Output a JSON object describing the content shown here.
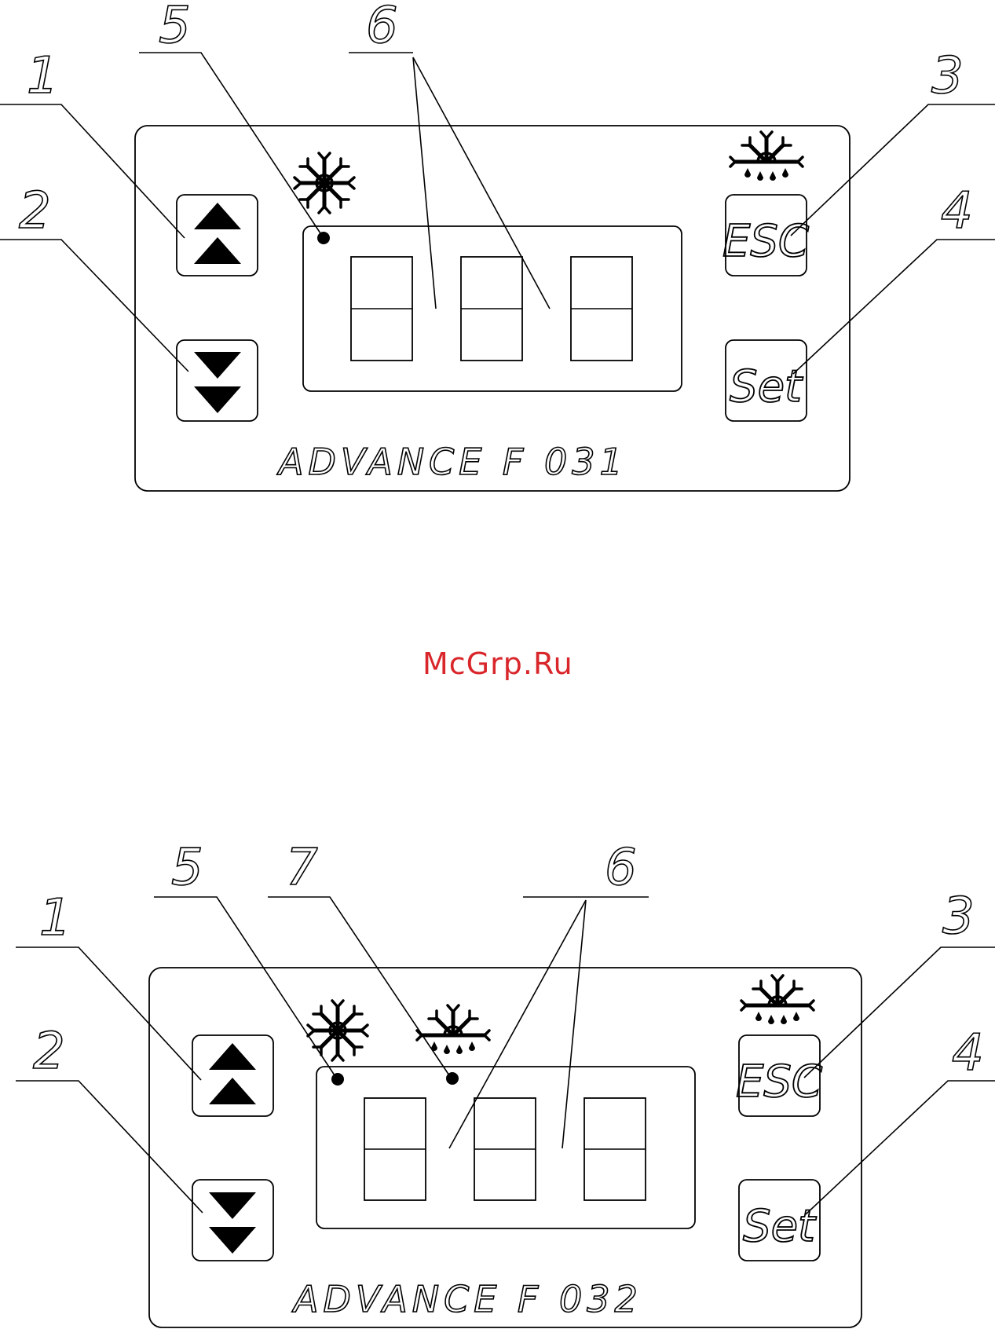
{
  "watermark": "McGrp.Ru",
  "panels": [
    {
      "model": "ADVANCE F 031",
      "callouts": {
        "c1": "1",
        "c2": "2",
        "c3": "3",
        "c4": "4",
        "c5": "5",
        "c6": "6"
      },
      "keys": {
        "esc": "ESC",
        "set": "Set"
      },
      "icons": {
        "left": "snowflake-icon",
        "right": "defrost-icon"
      }
    },
    {
      "model": "ADVANCE F 032",
      "callouts": {
        "c1": "1",
        "c2": "2",
        "c3": "3",
        "c4": "4",
        "c5": "5",
        "c6": "6",
        "c7": "7"
      },
      "keys": {
        "esc": "ESC",
        "set": "Set"
      },
      "icons": {
        "left": "snowflake-icon",
        "middle": "defrost-icon",
        "right": "defrost-icon"
      }
    }
  ]
}
